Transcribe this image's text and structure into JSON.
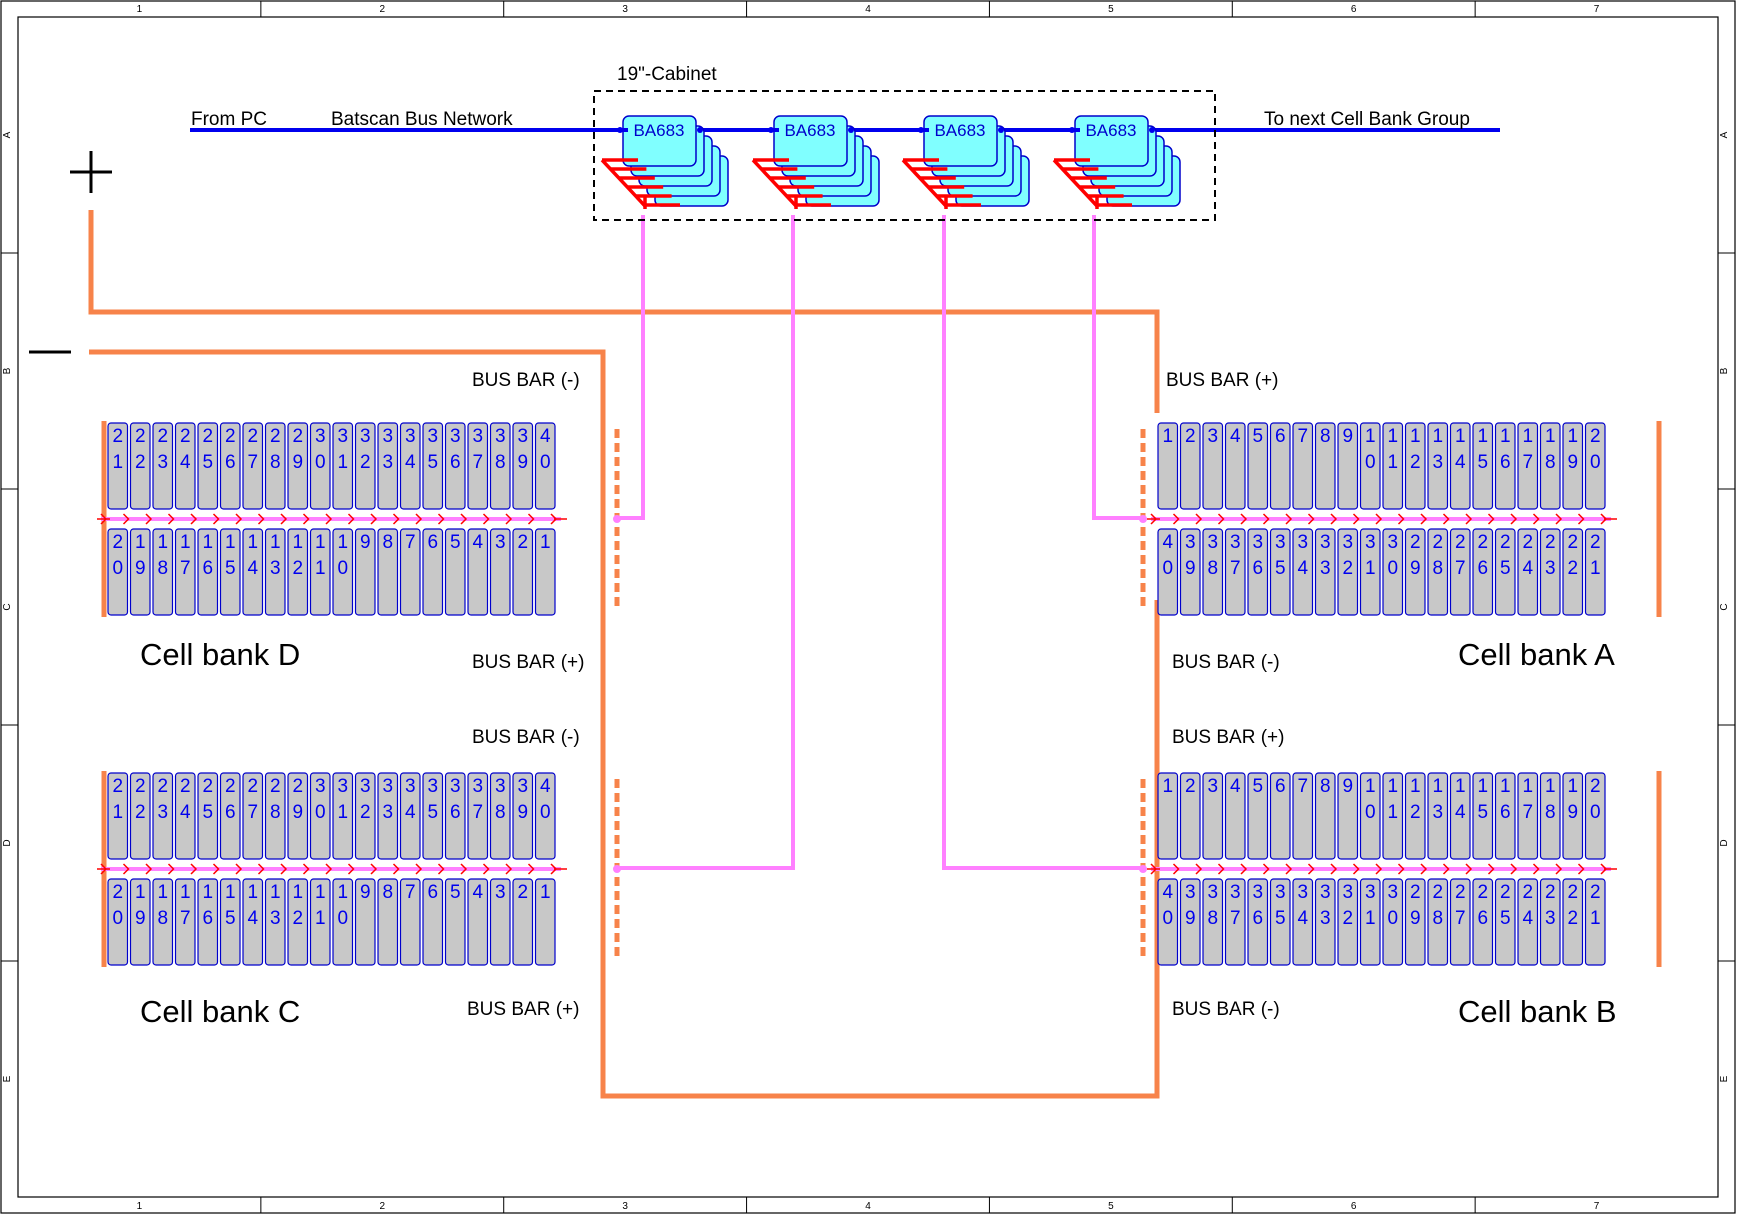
{
  "frame": {
    "columns": [
      "1",
      "2",
      "3",
      "4",
      "5",
      "6",
      "7"
    ],
    "rows": [
      "A",
      "B",
      "C",
      "D",
      "E"
    ]
  },
  "network": {
    "from_label": "From PC",
    "bus_label": "Batscan Bus Network",
    "to_label": "To next Cell Bank Group",
    "cabinet_label": "19\"-Cabinet",
    "modules": [
      "BA683",
      "BA683",
      "BA683",
      "BA683"
    ]
  },
  "polarity": {
    "plus": "+",
    "minus": "—"
  },
  "colors": {
    "bus_network": "#0000ee",
    "power": "#f7834a",
    "sense": "#ff80ff",
    "connector": "#ff0000",
    "module_fill": "#80ffff",
    "cell_fill": "#c8c8c8",
    "cell_text": "#0000ee"
  },
  "banks": {
    "D": {
      "name": "Cell bank D",
      "busbar_top": "BUS BAR (-)",
      "busbar_bottom": "BUS BAR (+)",
      "top_cells": [
        "21",
        "22",
        "23",
        "24",
        "25",
        "26",
        "27",
        "28",
        "29",
        "30",
        "31",
        "32",
        "33",
        "34",
        "35",
        "36",
        "37",
        "38",
        "39",
        "40"
      ],
      "bottom_cells": [
        "20",
        "19",
        "18",
        "17",
        "16",
        "15",
        "14",
        "13",
        "12",
        "11",
        "10",
        "9",
        "8",
        "7",
        "6",
        "5",
        "4",
        "3",
        "2",
        "1"
      ]
    },
    "C": {
      "name": "Cell bank C",
      "busbar_top": "BUS BAR (-)",
      "busbar_bottom": "BUS BAR (+)",
      "top_cells": [
        "21",
        "22",
        "23",
        "24",
        "25",
        "26",
        "27",
        "28",
        "29",
        "30",
        "31",
        "32",
        "33",
        "34",
        "35",
        "36",
        "37",
        "38",
        "39",
        "40"
      ],
      "bottom_cells": [
        "20",
        "19",
        "18",
        "17",
        "16",
        "15",
        "14",
        "13",
        "12",
        "11",
        "10",
        "9",
        "8",
        "7",
        "6",
        "5",
        "4",
        "3",
        "2",
        "1"
      ]
    },
    "A": {
      "name": "Cell bank A",
      "busbar_top": "BUS BAR (+)",
      "busbar_bottom": "BUS BAR (-)",
      "top_cells": [
        "1",
        "2",
        "3",
        "4",
        "5",
        "6",
        "7",
        "8",
        "9",
        "10",
        "11",
        "12",
        "13",
        "14",
        "15",
        "16",
        "17",
        "18",
        "19",
        "20"
      ],
      "bottom_cells": [
        "40",
        "39",
        "38",
        "37",
        "36",
        "35",
        "34",
        "33",
        "32",
        "31",
        "30",
        "29",
        "28",
        "27",
        "26",
        "25",
        "24",
        "23",
        "22",
        "21"
      ]
    },
    "B": {
      "name": "Cell bank B",
      "busbar_top": "BUS BAR (+)",
      "busbar_bottom": "BUS BAR (-)",
      "top_cells": [
        "1",
        "2",
        "3",
        "4",
        "5",
        "6",
        "7",
        "8",
        "9",
        "10",
        "11",
        "12",
        "13",
        "14",
        "15",
        "16",
        "17",
        "18",
        "19",
        "20"
      ],
      "bottom_cells": [
        "40",
        "39",
        "38",
        "37",
        "36",
        "35",
        "34",
        "33",
        "32",
        "31",
        "30",
        "29",
        "28",
        "27",
        "26",
        "25",
        "24",
        "23",
        "22",
        "21"
      ]
    }
  }
}
